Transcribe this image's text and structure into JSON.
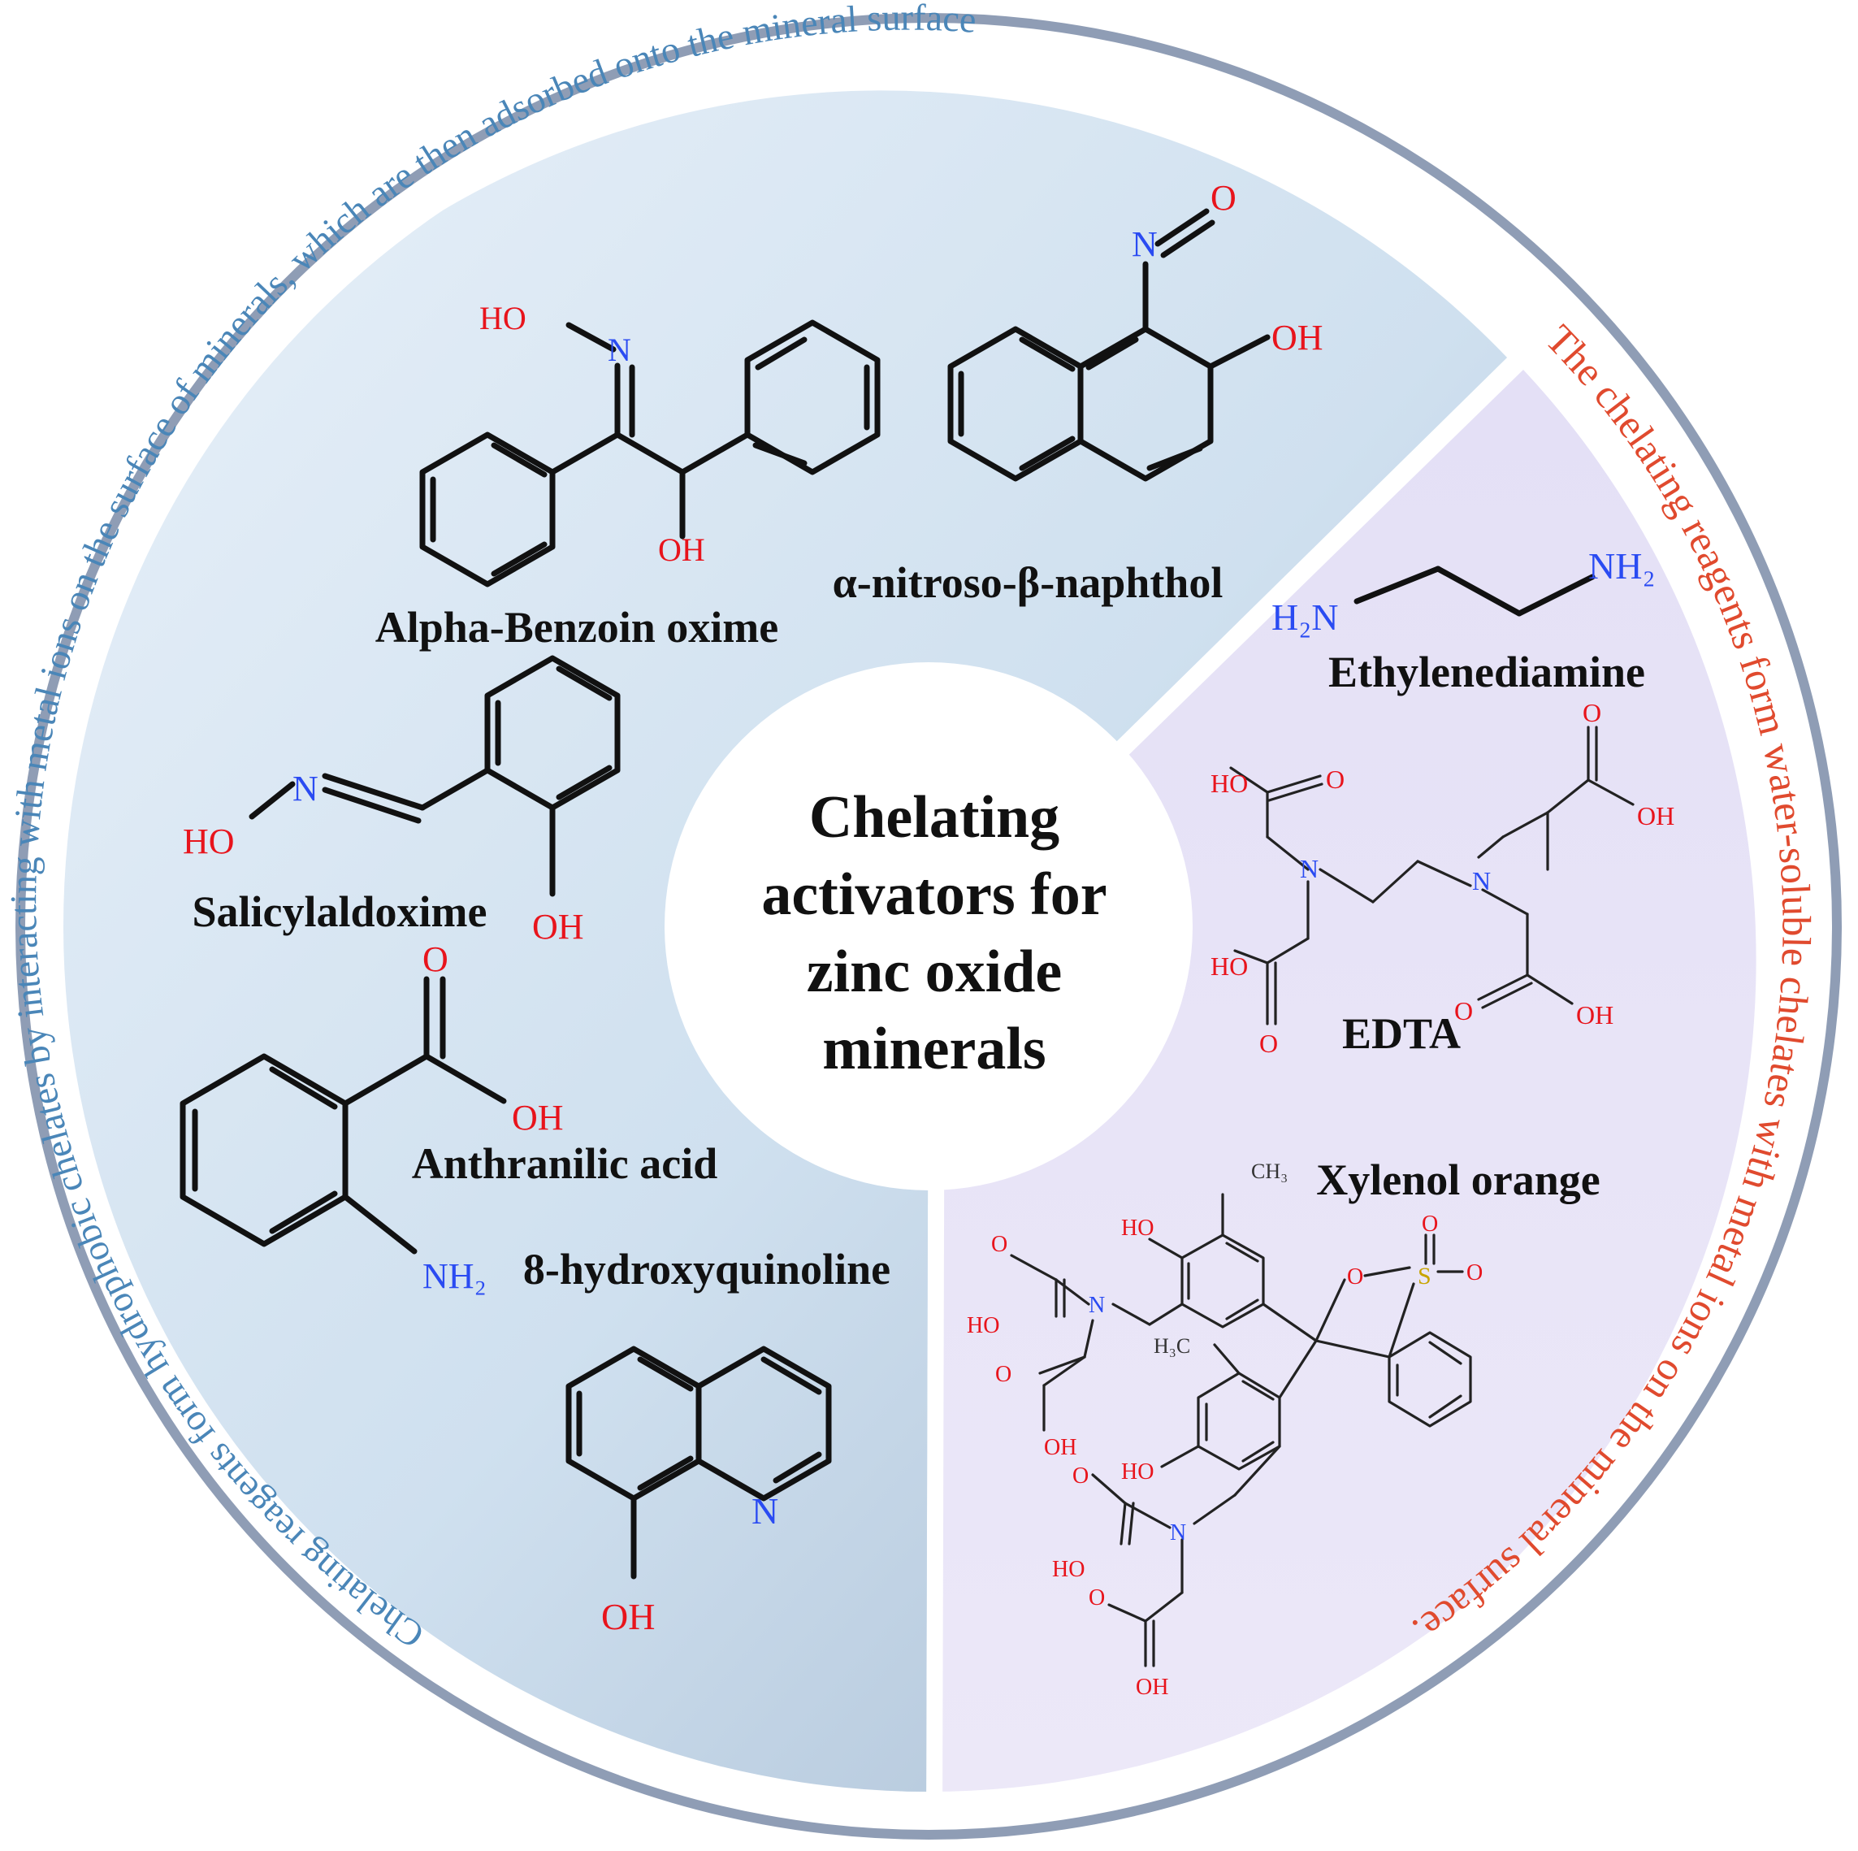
{
  "center": {
    "line1": "Chelating",
    "line2": "activators for",
    "line3": "zinc oxide",
    "line4": "minerals"
  },
  "arcs": {
    "left": "Chelating reagents form hydrophobic chelates by interacting with metal ions on the surface of minerals, which are then adsorbed onto the mineral surface",
    "right": "The chelating reagents  form water-soluble chelates with metal ions on the mineral surface."
  },
  "compounds": {
    "benzoin_oxime": "Alpha-Benzoin oxime",
    "nitroso_naphthol": "α-nitroso-β-naphthol",
    "salicylaldoxime": "Salicylaldoxime",
    "anthranilic": "Anthranilic acid",
    "hydroxyquinoline": "8-hydroxyquinoline",
    "ethylenediamine": "Ethylenediamine",
    "edta": "EDTA",
    "xylenol": "Xylenol orange"
  },
  "atoms": {
    "HO": "HO",
    "OH": "OH",
    "N": "N",
    "O": "O",
    "S": "S",
    "H2N": "H₂N",
    "NH2": "NH₂",
    "CH3": "CH₃",
    "H3C": "H₃C"
  },
  "colors": {
    "ring_border": "#8f9db5",
    "left_arc_text": "#4a86b8",
    "right_arc_text": "#e04a2e",
    "oxygen": "#e8141c",
    "nitrogen": "#2a4bf2",
    "sulfur": "#c8a400",
    "right_panel_fill": "#e6e2f5"
  }
}
